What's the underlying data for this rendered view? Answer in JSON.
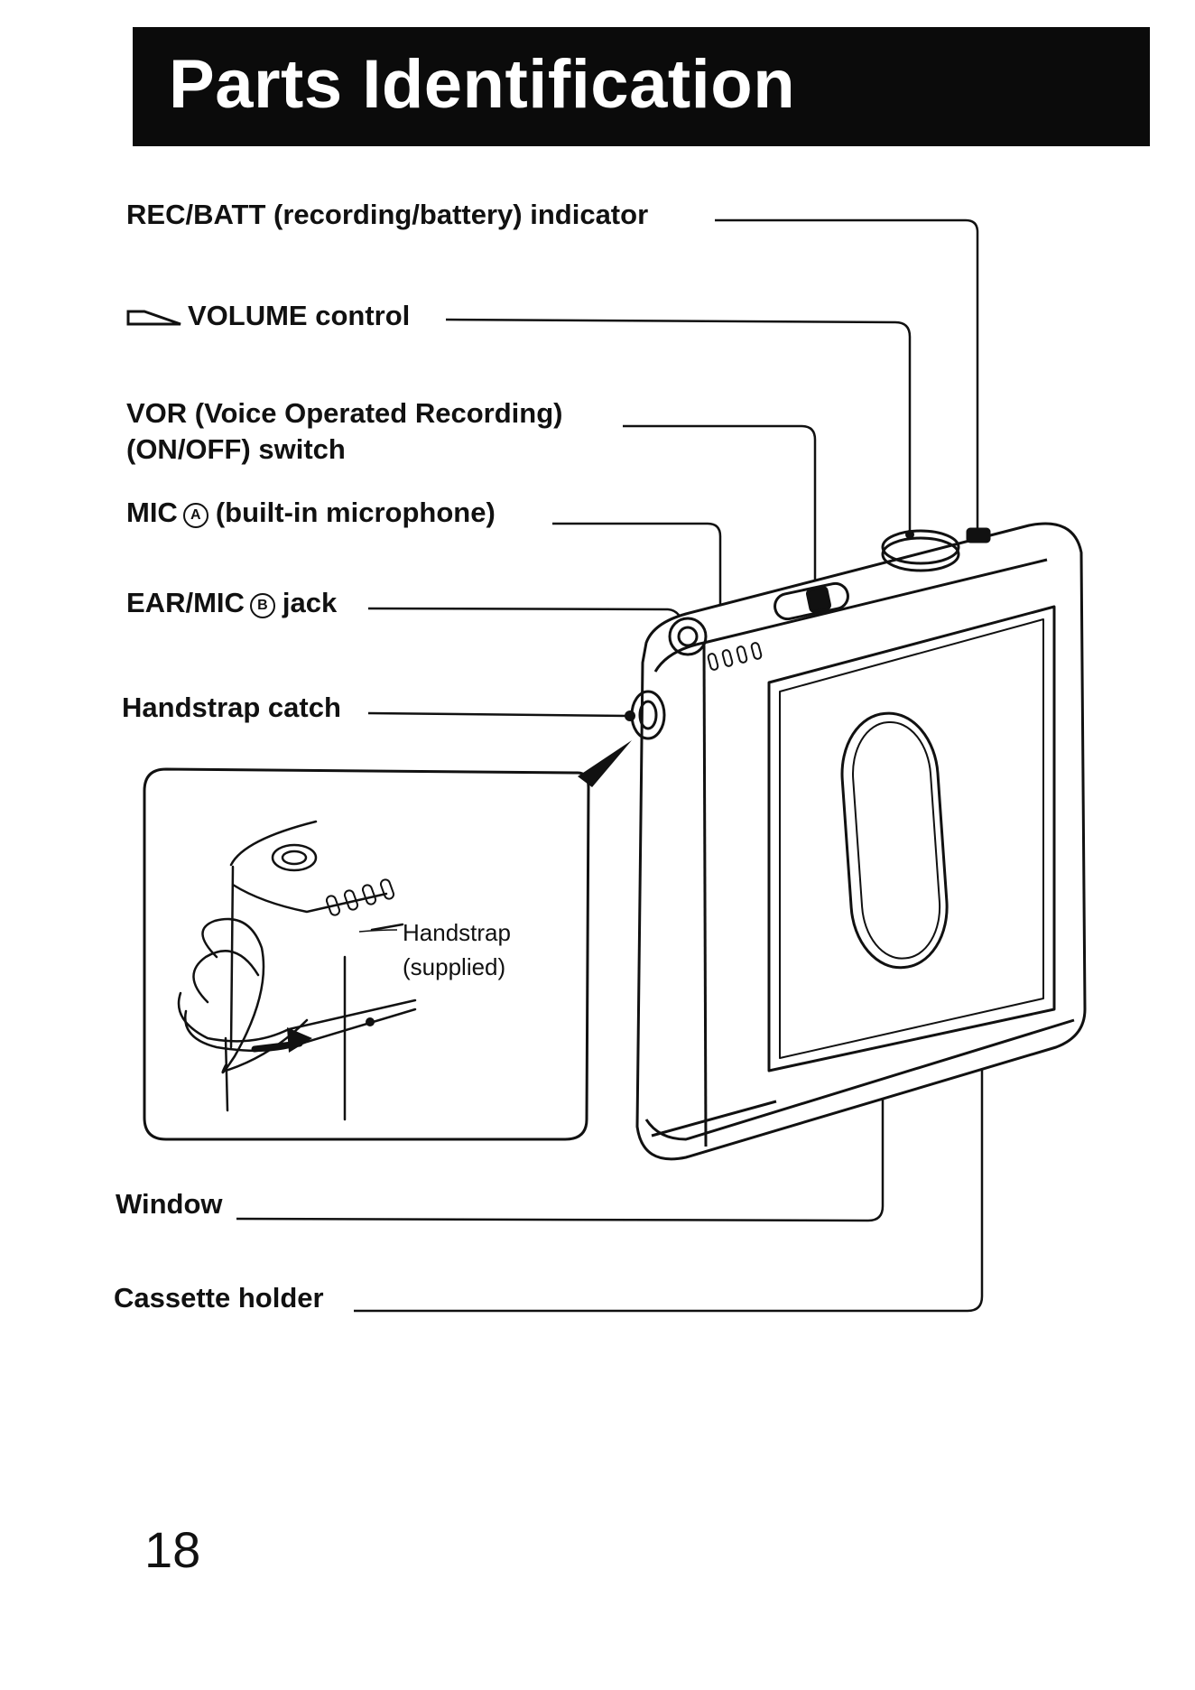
{
  "title": "Parts Identification",
  "labels": {
    "rec_batt": "REC/BATT (recording/battery) indicator",
    "volume": "VOLUME control",
    "vor_line1": "VOR (Voice Operated Recording)",
    "vor_line2": "(ON/OFF) switch",
    "mic_prefix": "MIC",
    "mic_symbol": "A",
    "mic_suffix": "(built-in microphone)",
    "earmic_prefix": "EAR/MIC",
    "earmic_symbol": "B",
    "earmic_suffix": "jack",
    "handstrap_catch": "Handstrap catch",
    "window": "Window",
    "cassette_holder": "Cassette holder"
  },
  "inset": {
    "handstrap_line1": "Handstrap",
    "handstrap_line2": "(supplied)"
  },
  "page_number": "18"
}
